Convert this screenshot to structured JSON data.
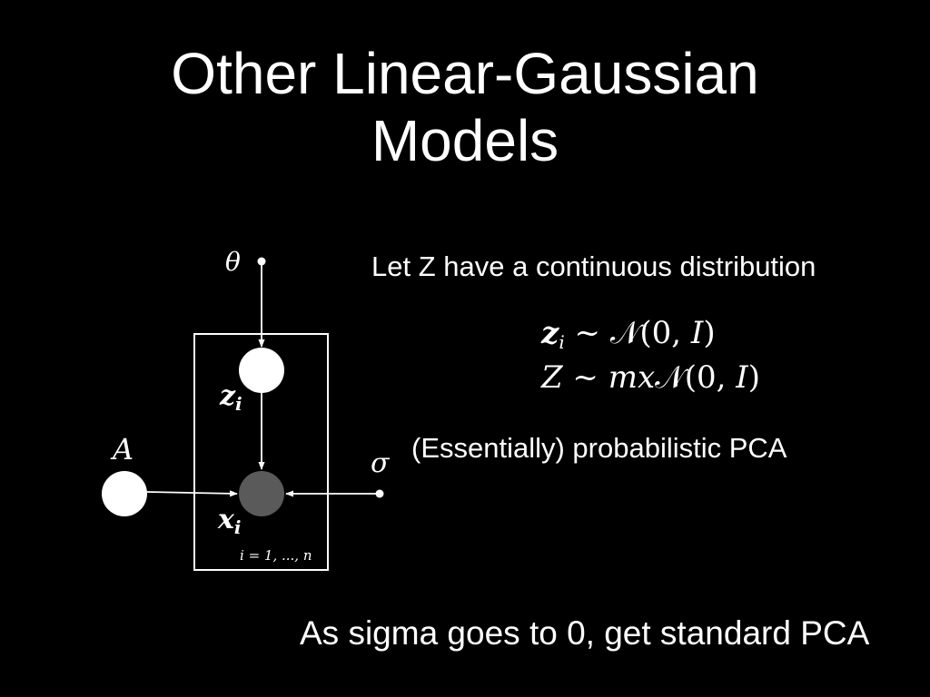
{
  "title": {
    "line1": "Other Linear-Gaussian",
    "line2": "Models"
  },
  "diagram": {
    "theta_label": "θ",
    "z_label": "z",
    "z_sub": "i",
    "x_label": "x",
    "x_sub": "i",
    "a_label": "A",
    "sigma_label": "σ",
    "plate_label": "i = 1, ..., n"
  },
  "text": {
    "continuous": "Let Z have a continuous distribution",
    "ppca": "(Essentially) probabilistic PCA",
    "bottom": "As sigma goes to 0, get standard PCA"
  },
  "equations": {
    "eq1": {
      "lhs": "z",
      "lhs_sub": "i",
      "rel": " ~ ",
      "rhs_dist": "𝒩",
      "rhs_args": "(0, ",
      "rhs_var": "I",
      "rhs_close": ")"
    },
    "eq2": {
      "lhs": "Z",
      "rel": " ~ ",
      "rhs_pre": "mx",
      "rhs_dist": "𝒩",
      "rhs_args": "(0, ",
      "rhs_var": "I",
      "rhs_close": ")"
    }
  },
  "colors": {
    "background": "#000000",
    "foreground": "#ffffff",
    "observed_node": "#5a5a5a"
  }
}
